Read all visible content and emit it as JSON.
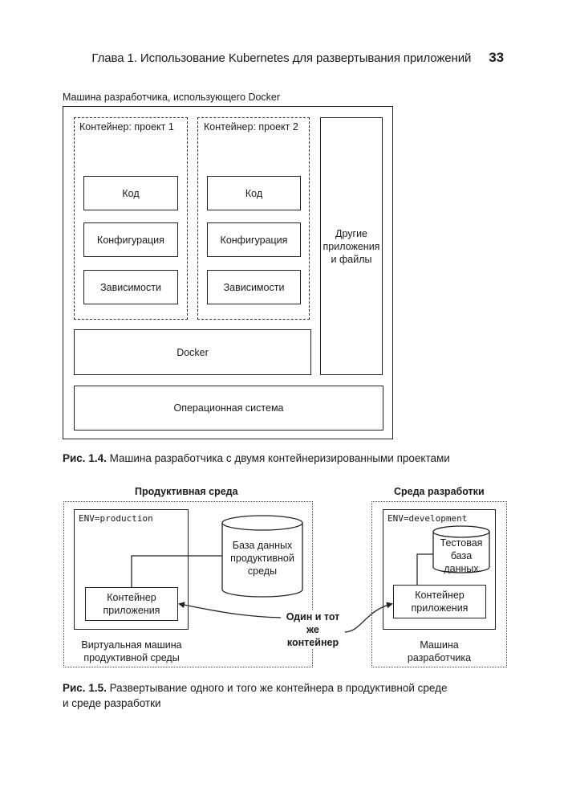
{
  "header": {
    "running_title": "Глава 1. Использование Kubernetes для развертывания приложений",
    "page_number": "33"
  },
  "fig14": {
    "outer_label": "Машина разработчика, использующего Docker",
    "container1": {
      "title": "Контейнер: проект 1",
      "items": [
        "Код",
        "Конфигурация",
        "Зависимости"
      ]
    },
    "container2": {
      "title": "Контейнер: проект 2",
      "items": [
        "Код",
        "Конфигурация",
        "Зависимости"
      ]
    },
    "other_apps": [
      "Другие",
      "приложения",
      "и файлы"
    ],
    "docker": "Docker",
    "os": "Операционная система",
    "caption_prefix": "Рис. 1.4.",
    "caption_text": " Машина разработчика с двумя контейнеризированными проектами"
  },
  "fig15": {
    "prod_title": "Продуктивная среда",
    "dev_title": "Среда разработки",
    "prod_env": "ENV=production",
    "dev_env": "ENV=development",
    "prod_db": [
      "База данных",
      "продуктивной",
      "среды"
    ],
    "dev_db": [
      "Тестовая",
      "база",
      "данных"
    ],
    "prod_container": [
      "Контейнер",
      "приложения"
    ],
    "dev_container": [
      "Контейнер",
      "приложения"
    ],
    "same_container": [
      "Один и тот же",
      "контейнер"
    ],
    "prod_vm": [
      "Виртуальная машина",
      "продуктивной среды"
    ],
    "dev_machine": [
      "Машина",
      "разработчика"
    ],
    "caption_prefix": "Рис. 1.5.",
    "caption_line1": " Развертывание одного и того же контейнера в продуктивной среде",
    "caption_line2": "и среде разработки"
  }
}
